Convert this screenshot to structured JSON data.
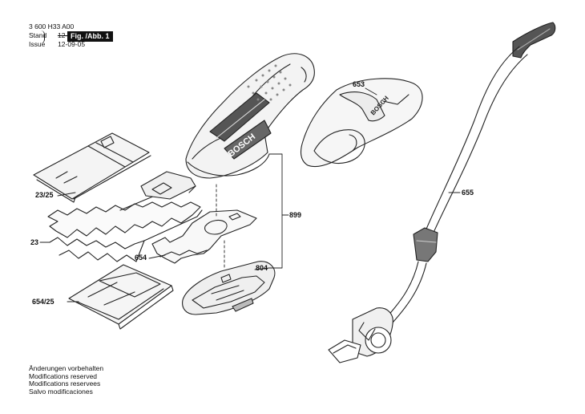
{
  "header": {
    "doc_number": "3 600 H33 A00",
    "stand_label": "Stand",
    "stand_date_old": "12-07-05",
    "issue_label": "Issue",
    "issue_date": "12-09-05",
    "figure": "Fig. /Abb. 1"
  },
  "parts": {
    "p653": "653",
    "p655": "655",
    "p899": "899",
    "p804": "804",
    "p654": "654",
    "p23_25": "23/25",
    "p23": "23",
    "p654_25": "654/25"
  },
  "brand": "BOSCH",
  "notes": [
    "Änderungen vorbehalten",
    "Modifications reserved",
    "Modifications reservees",
    "Salvo modificaciones"
  ]
}
